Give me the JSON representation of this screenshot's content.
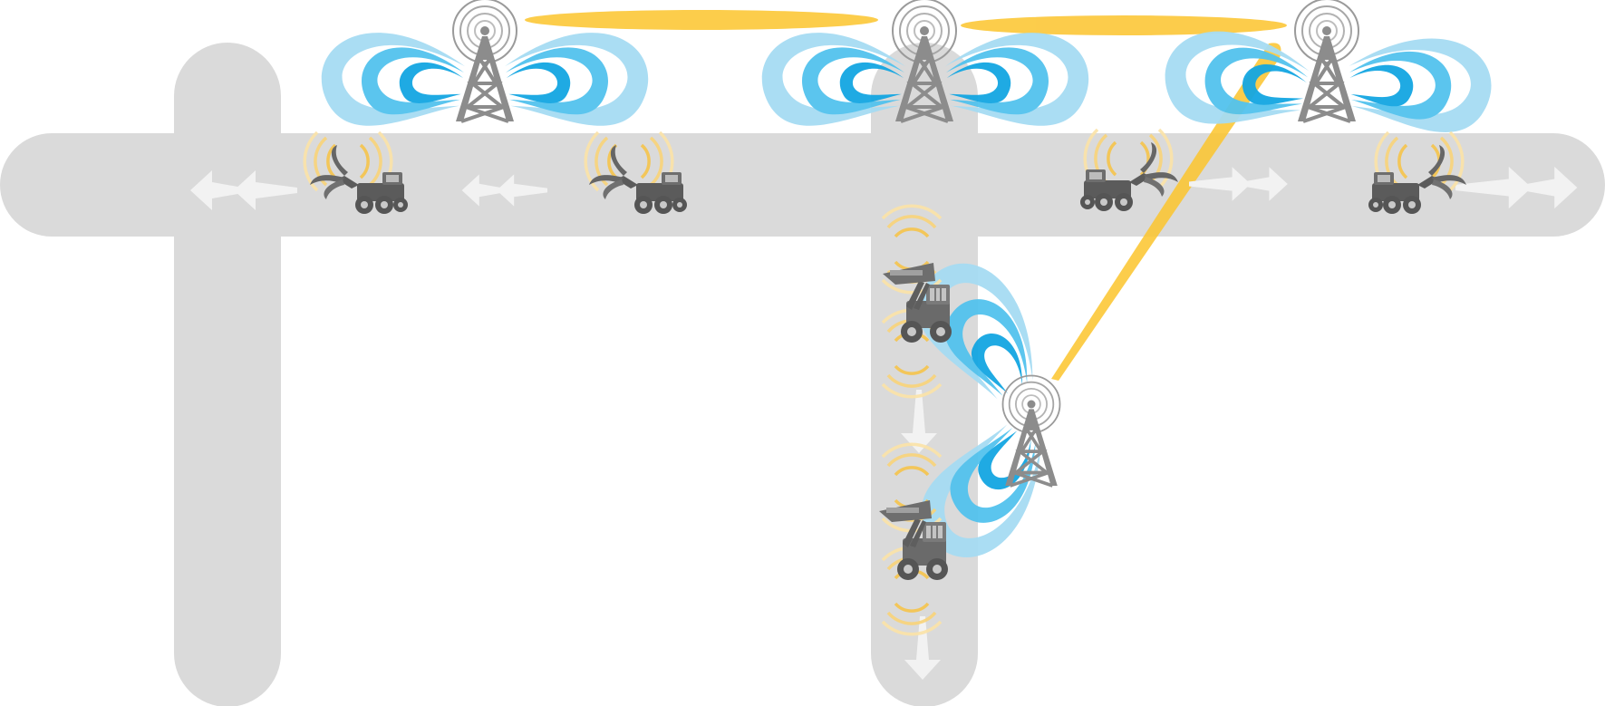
{
  "diagram": {
    "kind": "underground mine wireless network schematic",
    "colors": {
      "tunnel": "#dadada",
      "wifi_signal": "#19aee6",
      "wifi_signal_light": "#a6dcf3",
      "radio_link": "#fcc42c",
      "vehicle_signal": "#f5c34a",
      "tower": "#8c8c8c",
      "vehicle": "#5b5b5b",
      "arrow": "#f4f4f4"
    },
    "towers": [
      {
        "id": "tower-1",
        "icon": "radio-tower-icon"
      },
      {
        "id": "tower-2",
        "icon": "radio-tower-icon"
      },
      {
        "id": "tower-3",
        "icon": "radio-tower-icon"
      },
      {
        "id": "tower-4",
        "icon": "radio-tower-icon"
      }
    ],
    "vehicles": [
      {
        "id": "vehicle-1",
        "icon": "mining-grapple-loader-icon"
      },
      {
        "id": "vehicle-2",
        "icon": "mining-grapple-loader-icon"
      },
      {
        "id": "vehicle-3",
        "icon": "mining-grapple-loader-icon"
      },
      {
        "id": "vehicle-4",
        "icon": "mining-grapple-loader-icon"
      },
      {
        "id": "vehicle-5",
        "icon": "front-loader-icon"
      },
      {
        "id": "vehicle-6",
        "icon": "front-loader-icon"
      }
    ],
    "links": [
      {
        "from": "tower-1",
        "to": "tower-2",
        "icon": "radio-link-beam"
      },
      {
        "from": "tower-2",
        "to": "tower-3",
        "icon": "radio-link-beam"
      },
      {
        "from": "tower-3",
        "to": "tower-4",
        "icon": "radio-link-beam"
      }
    ]
  }
}
